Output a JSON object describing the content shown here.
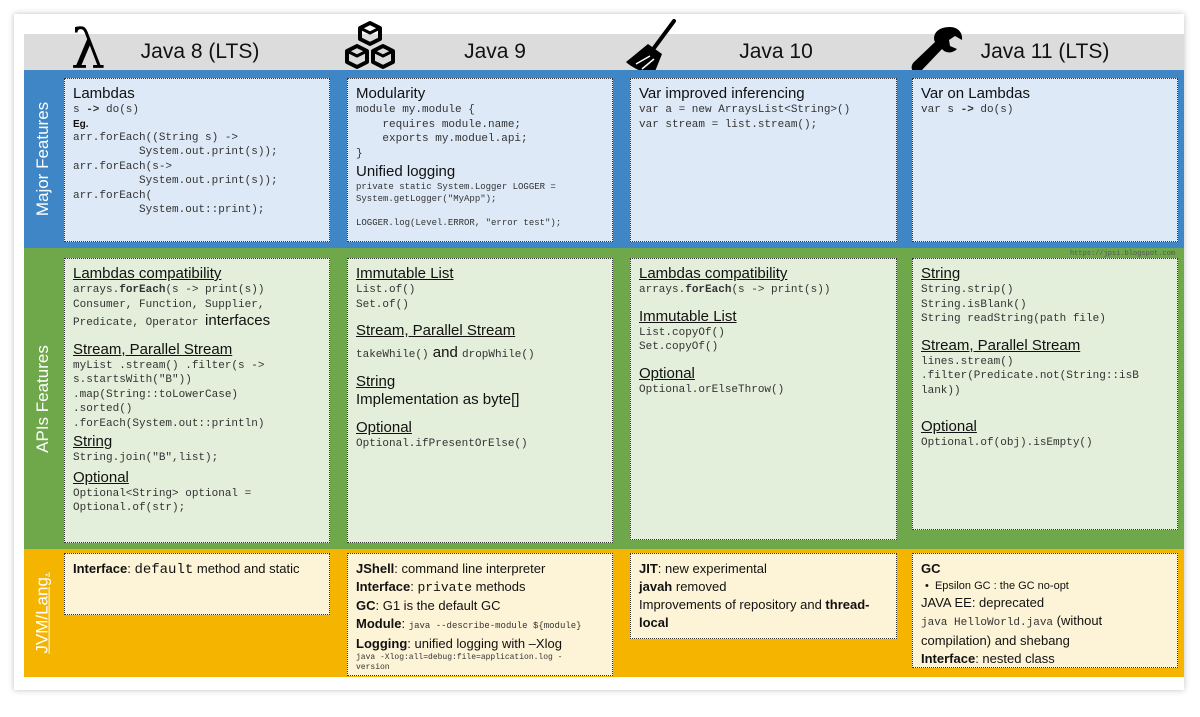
{
  "columns": {
    "java8": "Java 8 (LTS)",
    "java9": "Java 9",
    "java10": "Java 10",
    "java11": "Java 11 (LTS)"
  },
  "rows": {
    "major": "Major Features",
    "apis": "APIs Features",
    "jvm": "JVM/Lang."
  },
  "watermark": "https://jpsi.blogspot.com",
  "major": {
    "java8": {
      "title": "Lambdas",
      "l1_a": "s ",
      "l1_b": "->",
      "l1_c": " do(s)",
      "eg": "Eg.",
      "code": "arr.forEach((String s) ->\n          System.out.print(s));\narr.forEach(s->\n          System.out.print(s));\narr.forEach(\n          System.out::print);"
    },
    "java9": {
      "title": "Modularity",
      "code": "module my.module {\n    requires module.name;\n    exports my.moduel.api;\n}",
      "title2": "Unified logging",
      "code2": "private static System.Logger LOGGER =\nSystem.getLogger(\"MyApp\");\n\nLOGGER.log(Level.ERROR, \"error test\");"
    },
    "java10": {
      "title": "Var improved inferencing",
      "code": "var a = new ArraysList<String>()\nvar stream = list.stream();"
    },
    "java11": {
      "title": "Var on Lambdas",
      "l1_a": "var s ",
      "l1_b": "->",
      "l1_c": " do(s)"
    }
  },
  "apis": {
    "java8": {
      "h1": "Lambdas compatibility",
      "l1_a": "arrays.",
      "l1_b": "forEach",
      "l1_c": "(s -> print(s))",
      "l2": "Consumer, Function, Supplier,",
      "l3_a": "Predicate, Operator ",
      "l3_b": "interfaces",
      "h2": "Stream, Parallel Stream",
      "code2": "myList .stream() .filter(s ->\ns.startsWith(\"B\"))\n.map(String::toLowerCase)\n.sorted()\n.forEach(System.out::println)",
      "h3": "String",
      "code3": "String.join(\"B\",list);",
      "h4": "Optional",
      "code4": "Optional<String> optional =\nOptional.of(str);"
    },
    "java9": {
      "h1": "Immutable List",
      "code1": "List.of()\nSet.of()",
      "h2": "Stream, Parallel Stream",
      "c2a": "takeWhile()",
      "c2b": " and ",
      "c2c": "dropWhile()",
      "h3": "String",
      "t3": "Implementation as byte[]",
      "h4": "Optional",
      "code4": "Optional.ifPresentOrElse()"
    },
    "java10": {
      "h1": "Lambdas compatibility",
      "l1_a": "arrays.",
      "l1_b": "forEach",
      "l1_c": "(s -> print(s))",
      "h2": "Immutable List",
      "code2": "List.copyOf()\nSet.copyOf()",
      "h3": "Optional",
      "code3": "Optional.orElseThrow()"
    },
    "java11": {
      "h1": "String",
      "code1": "String.strip()\nString.isBlank()\nString readString(path file)",
      "h2": "Stream, Parallel Stream",
      "code2": "lines.stream()\n.filter(Predicate.not(String::isB\nlank))",
      "h3": "Optional",
      "code3": "Optional.of(obj).isEmpty()"
    }
  },
  "jvm": {
    "java8": {
      "b1": "Interface",
      "t1a": ": ",
      "c1": "default",
      "t1b": " method and static"
    },
    "java9": {
      "b1": "JShell",
      "t1": ": command line interpreter",
      "b2": "Interface",
      "t2a": ": ",
      "c2": "private",
      "t2b": " methods",
      "b3": "GC",
      "t3": ": G1 is the default GC",
      "b4": "Module",
      "t4": ": ",
      "c4": "java --describe-module ${module}",
      "b5": "Logging",
      "t5": ": unified logging with –Xlog",
      "c5": "java -Xlog:all=debug:file=application.log -\nversion"
    },
    "java10": {
      "b1": "JIT",
      "t1": ": new experimental",
      "b2": "javah",
      "t2": " removed",
      "t3": "Improvements of repository and ",
      "b3": "thread-\nlocal"
    },
    "java11": {
      "b1": "GC",
      "bullet": "Epsilon GC : the GC no-opt",
      "t2": "JAVA EE: deprecated",
      "c3": "java HelloWorld.java",
      "t3": " (without\ncompilation) and shebang",
      "b4": "Interface",
      "t4": ": nested class"
    }
  },
  "colors": {
    "header": "#dcdcdc",
    "major": "#3f86c6",
    "apis": "#6ea84a",
    "jvm": "#f4b400"
  }
}
